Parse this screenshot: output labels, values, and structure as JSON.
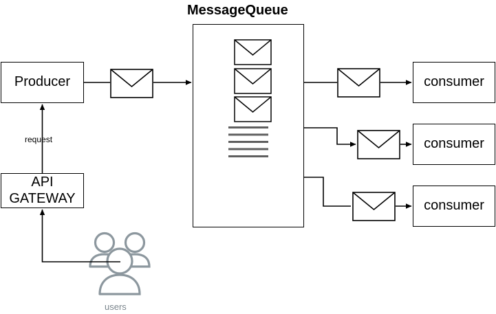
{
  "diagram": {
    "title": "MessageQueue",
    "nodes": {
      "producer": {
        "label": "Producer"
      },
      "api_gateway": {
        "label": "API\nGATEWAY",
        "line1": "API",
        "line2": "GATEWAY"
      },
      "consumer_1": {
        "label": "consumer"
      },
      "consumer_2": {
        "label": "consumer"
      },
      "consumer_3": {
        "label": "consumer"
      }
    },
    "labels": {
      "request": "request",
      "users": "users"
    },
    "icons": {
      "envelope_producer_out": "envelope-icon",
      "envelope_queue_1": "envelope-icon",
      "envelope_queue_2": "envelope-icon",
      "envelope_queue_3": "envelope-icon",
      "envelope_consumer_1": "envelope-icon",
      "envelope_consumer_2": "envelope-icon",
      "envelope_consumer_3": "envelope-icon",
      "users": "users-group-icon",
      "queue_backlog": "stacked-lines-icon"
    },
    "queue": {
      "envelope_count": 3,
      "backlog_line_count": 5
    },
    "colors": {
      "stroke": "#000000",
      "users_gray": "#8c979e",
      "backlog_gray": "#6f6f6f",
      "background": "#ffffff"
    }
  }
}
